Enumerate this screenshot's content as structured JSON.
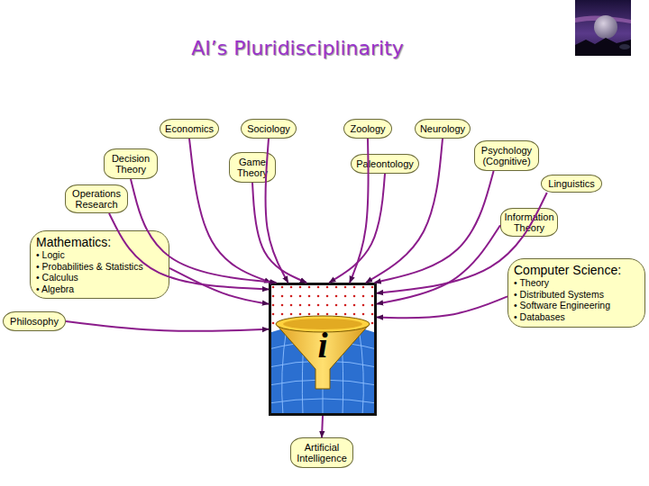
{
  "diagram": {
    "title": "AI’s Pluridisciplinarity",
    "nodes": [
      {
        "text": [
          "Economics"
        ]
      },
      {
        "text": [
          "Sociology"
        ]
      },
      {
        "text": [
          "Zoology"
        ]
      },
      {
        "text": [
          "Neurology"
        ]
      },
      {
        "text": [
          "Decision Theory"
        ]
      },
      {
        "text": [
          "Game Theory"
        ]
      },
      {
        "text": [
          "Paleontology"
        ]
      },
      {
        "text": [
          "Psychology (Cognitive)"
        ]
      },
      {
        "text": [
          "Linguistics"
        ]
      },
      {
        "text": [
          "Operations Research"
        ]
      },
      {
        "text": [
          "Information Theory"
        ]
      },
      {
        "text": [
          "Mathematics:",
          "• Logic",
          "• Probabilities & Statistics",
          "• Calculus",
          "• Algebra"
        ]
      },
      {
        "text": [
          "Computer Science:",
          "• Theory",
          "• Distributed Systems",
          "• Software Engineering",
          "• Databases"
        ]
      },
      {
        "text": [
          "Philosophy"
        ]
      },
      {
        "text": [
          "i"
        ]
      },
      {
        "text": [
          "Artificial Intelligence"
        ]
      }
    ],
    "edges": [
      {
        "from": 0,
        "to": 14,
        "arrow": "to"
      },
      {
        "from": 1,
        "to": 14,
        "arrow": "to"
      },
      {
        "from": 2,
        "to": 14,
        "arrow": "to"
      },
      {
        "from": 3,
        "to": 14,
        "arrow": "to"
      },
      {
        "from": 4,
        "to": 14,
        "arrow": "to"
      },
      {
        "from": 5,
        "to": 14,
        "arrow": "to"
      },
      {
        "from": 6,
        "to": 14,
        "arrow": "to"
      },
      {
        "from": 7,
        "to": 14,
        "arrow": "to"
      },
      {
        "from": 8,
        "to": 14,
        "arrow": "to"
      },
      {
        "from": 9,
        "to": 14,
        "arrow": "to"
      },
      {
        "from": 10,
        "to": 14,
        "arrow": "to"
      },
      {
        "from": 11,
        "to": 14,
        "arrow": "to"
      },
      {
        "from": 12,
        "to": 14,
        "arrow": "to"
      },
      {
        "from": 13,
        "to": 14,
        "arrow": "to"
      },
      {
        "from": 14,
        "to": 15,
        "arrow": "to"
      }
    ]
  }
}
